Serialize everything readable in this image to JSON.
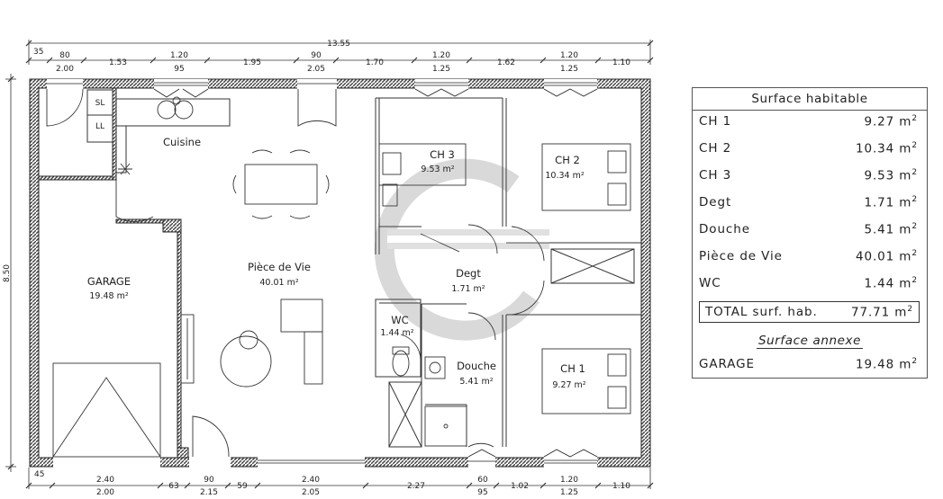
{
  "dimensions": {
    "top_total": "13.55",
    "top_row1": [
      "35",
      "80",
      "1.20",
      "90",
      "1.20",
      "1.20"
    ],
    "top_row2": [
      "2.00",
      "1.53",
      "95",
      "1.95",
      "2.05",
      "1.70",
      "1.25",
      "1.62",
      "1.25",
      "1.10"
    ],
    "bottom_row1": [
      "45",
      "2.40",
      "63",
      "90",
      "59",
      "2.40",
      "2.27",
      "60",
      "1.02",
      "1.20",
      "1.10"
    ],
    "bottom_row2": [
      "2.00",
      "2.15",
      "2.05",
      "95",
      "1.25"
    ],
    "left_height": "8.50"
  },
  "rooms": {
    "sl": "SL",
    "ll": "LL",
    "cuisine": "Cuisine",
    "ch3": "CH 3",
    "ch3_area": "9.53 m²",
    "ch2": "CH 2",
    "ch2_area": "10.34 m²",
    "garage": "GARAGE",
    "garage_area": "19.48 m²",
    "piece": "Pièce de Vie",
    "piece_area": "40.01 m²",
    "degt": "Degt",
    "degt_area": "1.71 m²",
    "wc": "WC",
    "wc_area": "1.44 m²",
    "douche": "Douche",
    "douche_area": "5.41 m²",
    "ch1": "CH 1",
    "ch1_area": "9.27 m²"
  },
  "surface_table": {
    "title": "Surface habitable",
    "rows": [
      {
        "label": "CH 1",
        "value": "9.27 m"
      },
      {
        "label": "CH 2",
        "value": "10.34 m"
      },
      {
        "label": "CH 3",
        "value": "9.53 m"
      },
      {
        "label": "Degt",
        "value": "1.71 m"
      },
      {
        "label": "Douche",
        "value": "5.41 m"
      },
      {
        "label": "Pièce de Vie",
        "value": "40.01 m"
      },
      {
        "label": "WC",
        "value": "1.44 m"
      }
    ],
    "unit_sup": "2",
    "total_label": "TOTAL surf. hab.",
    "total_value": "77.71 m",
    "annex_title": "Surface annexe",
    "annex_label": "GARAGE",
    "annex_value": "19.48 m"
  }
}
